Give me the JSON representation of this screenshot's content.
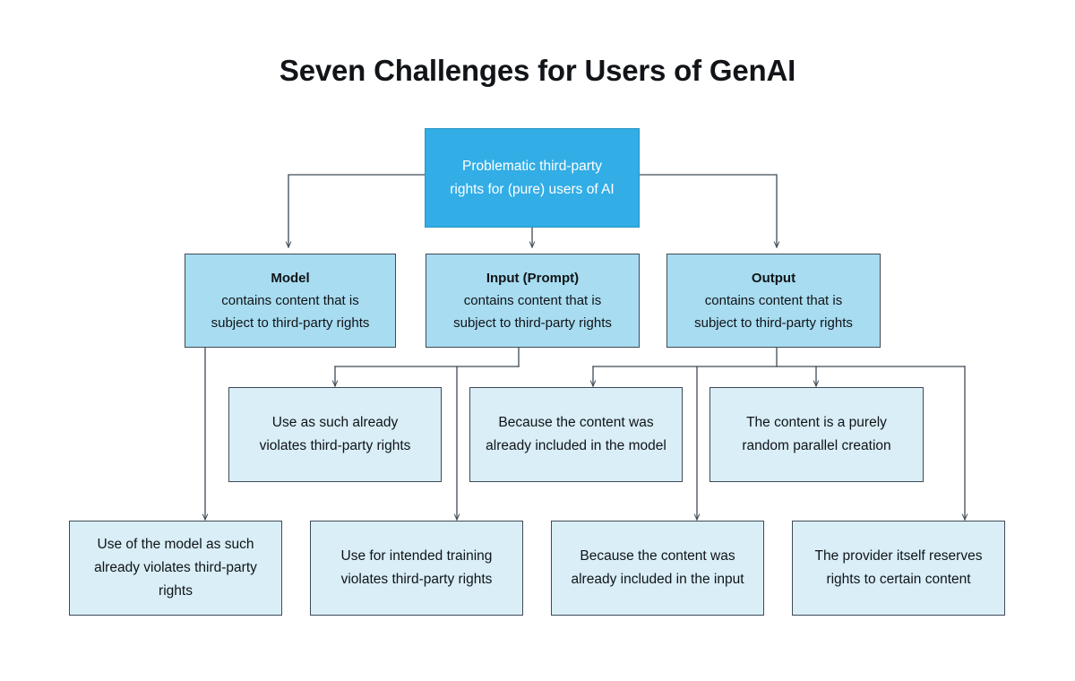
{
  "page": {
    "title": "Seven Challenges for Users of GenAI",
    "background_color": "#ffffff"
  },
  "colors": {
    "root_fill": "#32ade6",
    "root_text": "#ffffff",
    "category_fill": "#a8dcf0",
    "leaf_fill": "#d9eef7",
    "border": "#3f4a55",
    "text": "#101418",
    "connector": "#3f4a55"
  },
  "diagram": {
    "type": "flowchart",
    "root": {
      "id": "root",
      "line1": "Problematic third-party",
      "line2": "rights for (pure) users of AI"
    },
    "categories": [
      {
        "id": "model",
        "head": "Model",
        "line1": "contains content that is",
        "line2": "subject to third-party rights"
      },
      {
        "id": "input",
        "head": "Input (Prompt)",
        "line1": "contains content that is",
        "line2": "subject to third-party rights"
      },
      {
        "id": "output",
        "head": "Output",
        "line1": "contains content that is",
        "line2": "subject to third-party rights"
      }
    ],
    "middle_leaves": [
      {
        "id": "use-as-such",
        "line1": "Use as such already",
        "line2": "violates third-party rights",
        "line3": ""
      },
      {
        "id": "already-in-model",
        "line1": "Because the content was",
        "line2": "already included in the model",
        "line3": ""
      },
      {
        "id": "random-parallel-creation",
        "line1": "The content is a purely",
        "line2": "random parallel creation",
        "line3": ""
      }
    ],
    "bottom_leaves": [
      {
        "id": "use-of-model",
        "line1": "Use of the model as such",
        "line2": "already violates third-party",
        "line3": "rights"
      },
      {
        "id": "intended-training",
        "line1": "Use for intended training",
        "line2": "violates third-party rights",
        "line3": ""
      },
      {
        "id": "already-in-input",
        "line1": "Because the content was",
        "line2": "already included in the input",
        "line3": ""
      },
      {
        "id": "provider-reserves-rights",
        "line1": "The provider itself reserves",
        "line2": "rights to certain content",
        "line3": ""
      }
    ]
  }
}
